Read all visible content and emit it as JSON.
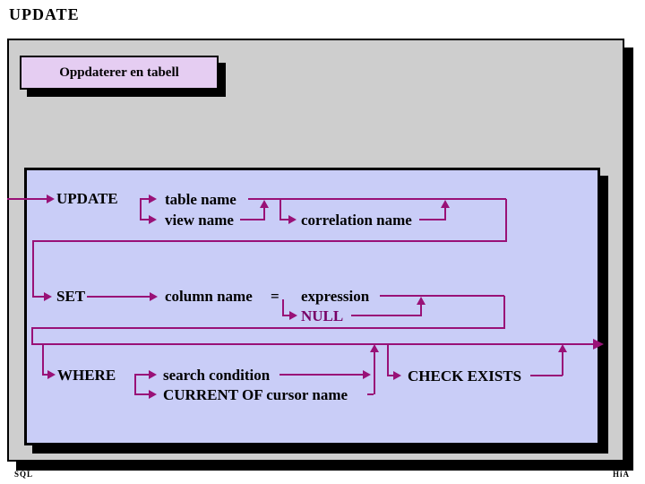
{
  "page_title": "UPDATE",
  "callout": {
    "text": "Oppdaterer en tabell"
  },
  "footer": {
    "left": "SQL",
    "right": "HiA"
  },
  "colors": {
    "slide_bg": "#cecece",
    "diagram_bg": "#c9cdf7",
    "callout_bg": "#e5cdf2",
    "line": "#991177",
    "null_text": "#770066"
  },
  "diagram": {
    "labels": {
      "update_kw": "UPDATE",
      "table_name": "table name",
      "view_name": "view name",
      "correlation_name": "correlation name",
      "set_kw": "SET",
      "column_name": "column name",
      "equals": "=",
      "expression": "expression",
      "null_kw": "NULL",
      "where_kw": "WHERE",
      "search_condition": "search condition",
      "current_of": "CURRENT OF cursor name",
      "check_exists": "CHECK EXISTS"
    }
  }
}
